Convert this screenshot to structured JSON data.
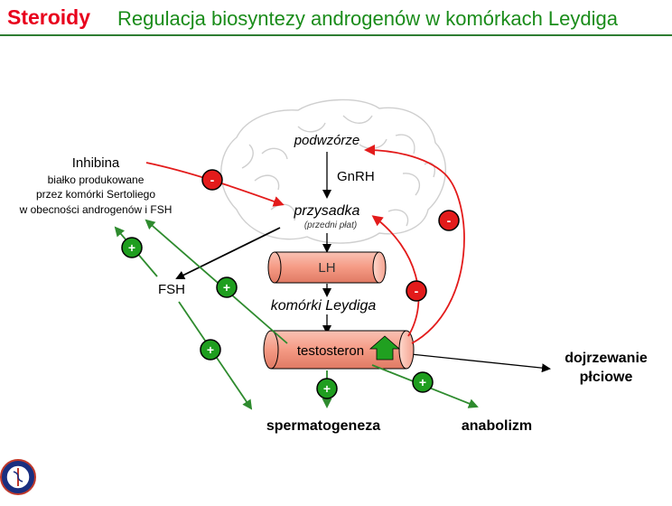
{
  "header": {
    "title_main": "Steroidy",
    "title_sub": "Regulacja biosyntezy androgenów w komórkach Leydiga"
  },
  "diagram": {
    "hypothalamus": "podwzórze",
    "gnrh": "GnRH",
    "pituitary": "przysadka",
    "pituitary_note": "(przedni płat)",
    "lh": "LH",
    "leydig_cells": "komórki Leydiga",
    "testosterone": "testosteron",
    "inhibin_title": "Inhibina",
    "inhibin_line1": "białko produkowane",
    "inhibin_line2": "przez komórki Sertoliego",
    "inhibin_line3": "w obecności androgenów i FSH",
    "fsh": "FSH",
    "puberty_line1": "dojrzewanie",
    "puberty_line2": "płciowe",
    "spermatogenesis": "spermatogeneza",
    "anabolism": "anabolizm",
    "plus": "+",
    "minus": "-"
  },
  "colors": {
    "title_red": "#e8001c",
    "title_green": "#1a8c1a",
    "inhibit_red": "#e31b1b",
    "stimulate_green": "#2e8b2e",
    "cylinder_fill": "#f6a08a",
    "up_arrow_green": "#20a020"
  },
  "icons": {
    "logo": "university-seal-icon",
    "up_arrow": "up-arrow-icon"
  }
}
